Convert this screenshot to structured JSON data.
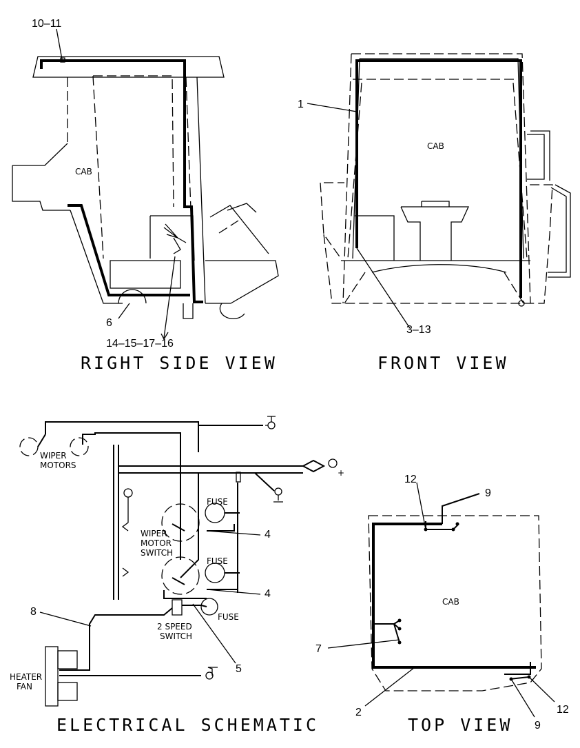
{
  "views": {
    "right_side": {
      "title": "RIGHT SIDE VIEW",
      "cab_label": "CAB",
      "callouts": [
        "10–11",
        "6",
        "14–15–17–16"
      ]
    },
    "front": {
      "title": "FRONT VIEW",
      "cab_label": "CAB",
      "callouts": [
        "1",
        "3–13"
      ]
    },
    "schematic": {
      "title": "ELECTRICAL SCHEMATIC",
      "labels": {
        "wiper_motors_1": "WIPER",
        "wiper_motors_2": "MOTORS",
        "fuse_1": "FUSE",
        "fuse_2": "FUSE",
        "fuse_3": "FUSE",
        "switch_1": "WIPER",
        "switch_2": "MOTOR",
        "switch_3": "SWITCH",
        "speed_1": "2 SPEED",
        "speed_2": "SWITCH",
        "heater_1": "HEATER",
        "heater_2": "FAN",
        "plus": "+"
      },
      "callouts": [
        "4",
        "4",
        "8",
        "5"
      ]
    },
    "top": {
      "title": "TOP VIEW",
      "cab_label": "CAB",
      "callouts": [
        "12",
        "9",
        "7",
        "2",
        "12",
        "9"
      ]
    }
  }
}
